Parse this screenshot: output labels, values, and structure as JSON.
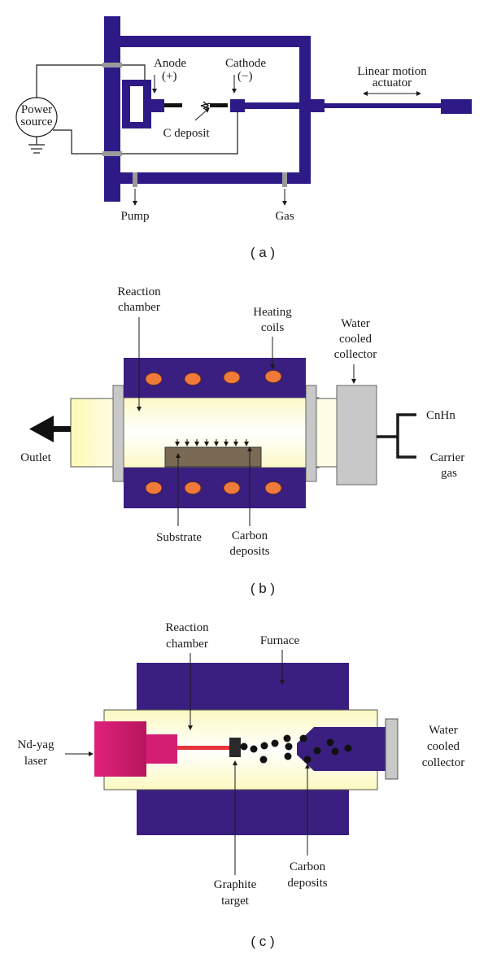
{
  "panel_a": {
    "caption": "( a )",
    "power_source_line1": "Power",
    "power_source_line2": "source",
    "anode_line1": "Anode",
    "anode_line2": "(+)",
    "cathode_line1": "Cathode",
    "cathode_line2": "(−)",
    "c_deposit": "C deposit",
    "linear_line1": "Linear motion",
    "linear_line2": "actuator",
    "pump": "Pump",
    "gas": "Gas"
  },
  "panel_b": {
    "caption": "( b )",
    "reaction_line1": "Reaction",
    "reaction_line2": "chamber",
    "heating_line1": "Heating",
    "heating_line2": "coils",
    "water_line1": "Water",
    "water_line2": "cooled",
    "water_line3": "collector",
    "cnhn": "CnHn",
    "carrier_line1": "Carrier",
    "carrier_line2": "gas",
    "outlet": "Outlet",
    "substrate": "Substrate",
    "carbon_line1": "Carbon",
    "carbon_line2": "deposits"
  },
  "panel_c": {
    "caption": "( c )",
    "reaction_line1": "Reaction",
    "reaction_line2": "chamber",
    "furnace": "Furnace",
    "ndyag_line1": "Nd-yag",
    "ndyag_line2": "laser",
    "water_line1": "Water",
    "water_line2": "cooled",
    "water_line3": "collector",
    "graphite_line1": "Graphite",
    "graphite_line2": "target",
    "carbon_line1": "Carbon",
    "carbon_line2": "deposits"
  },
  "colors": {
    "chamber_navy": "#2e1a86",
    "furnace_purple": "#3a1f80",
    "coil_orange": "#f07a3a",
    "chamber_fill": "#fbf9c6",
    "collector_gray": "#c8c8c8",
    "laser_pink": "#e0217a",
    "beam_red": "#e8323a",
    "feed_gray": "#9a9a9a"
  }
}
